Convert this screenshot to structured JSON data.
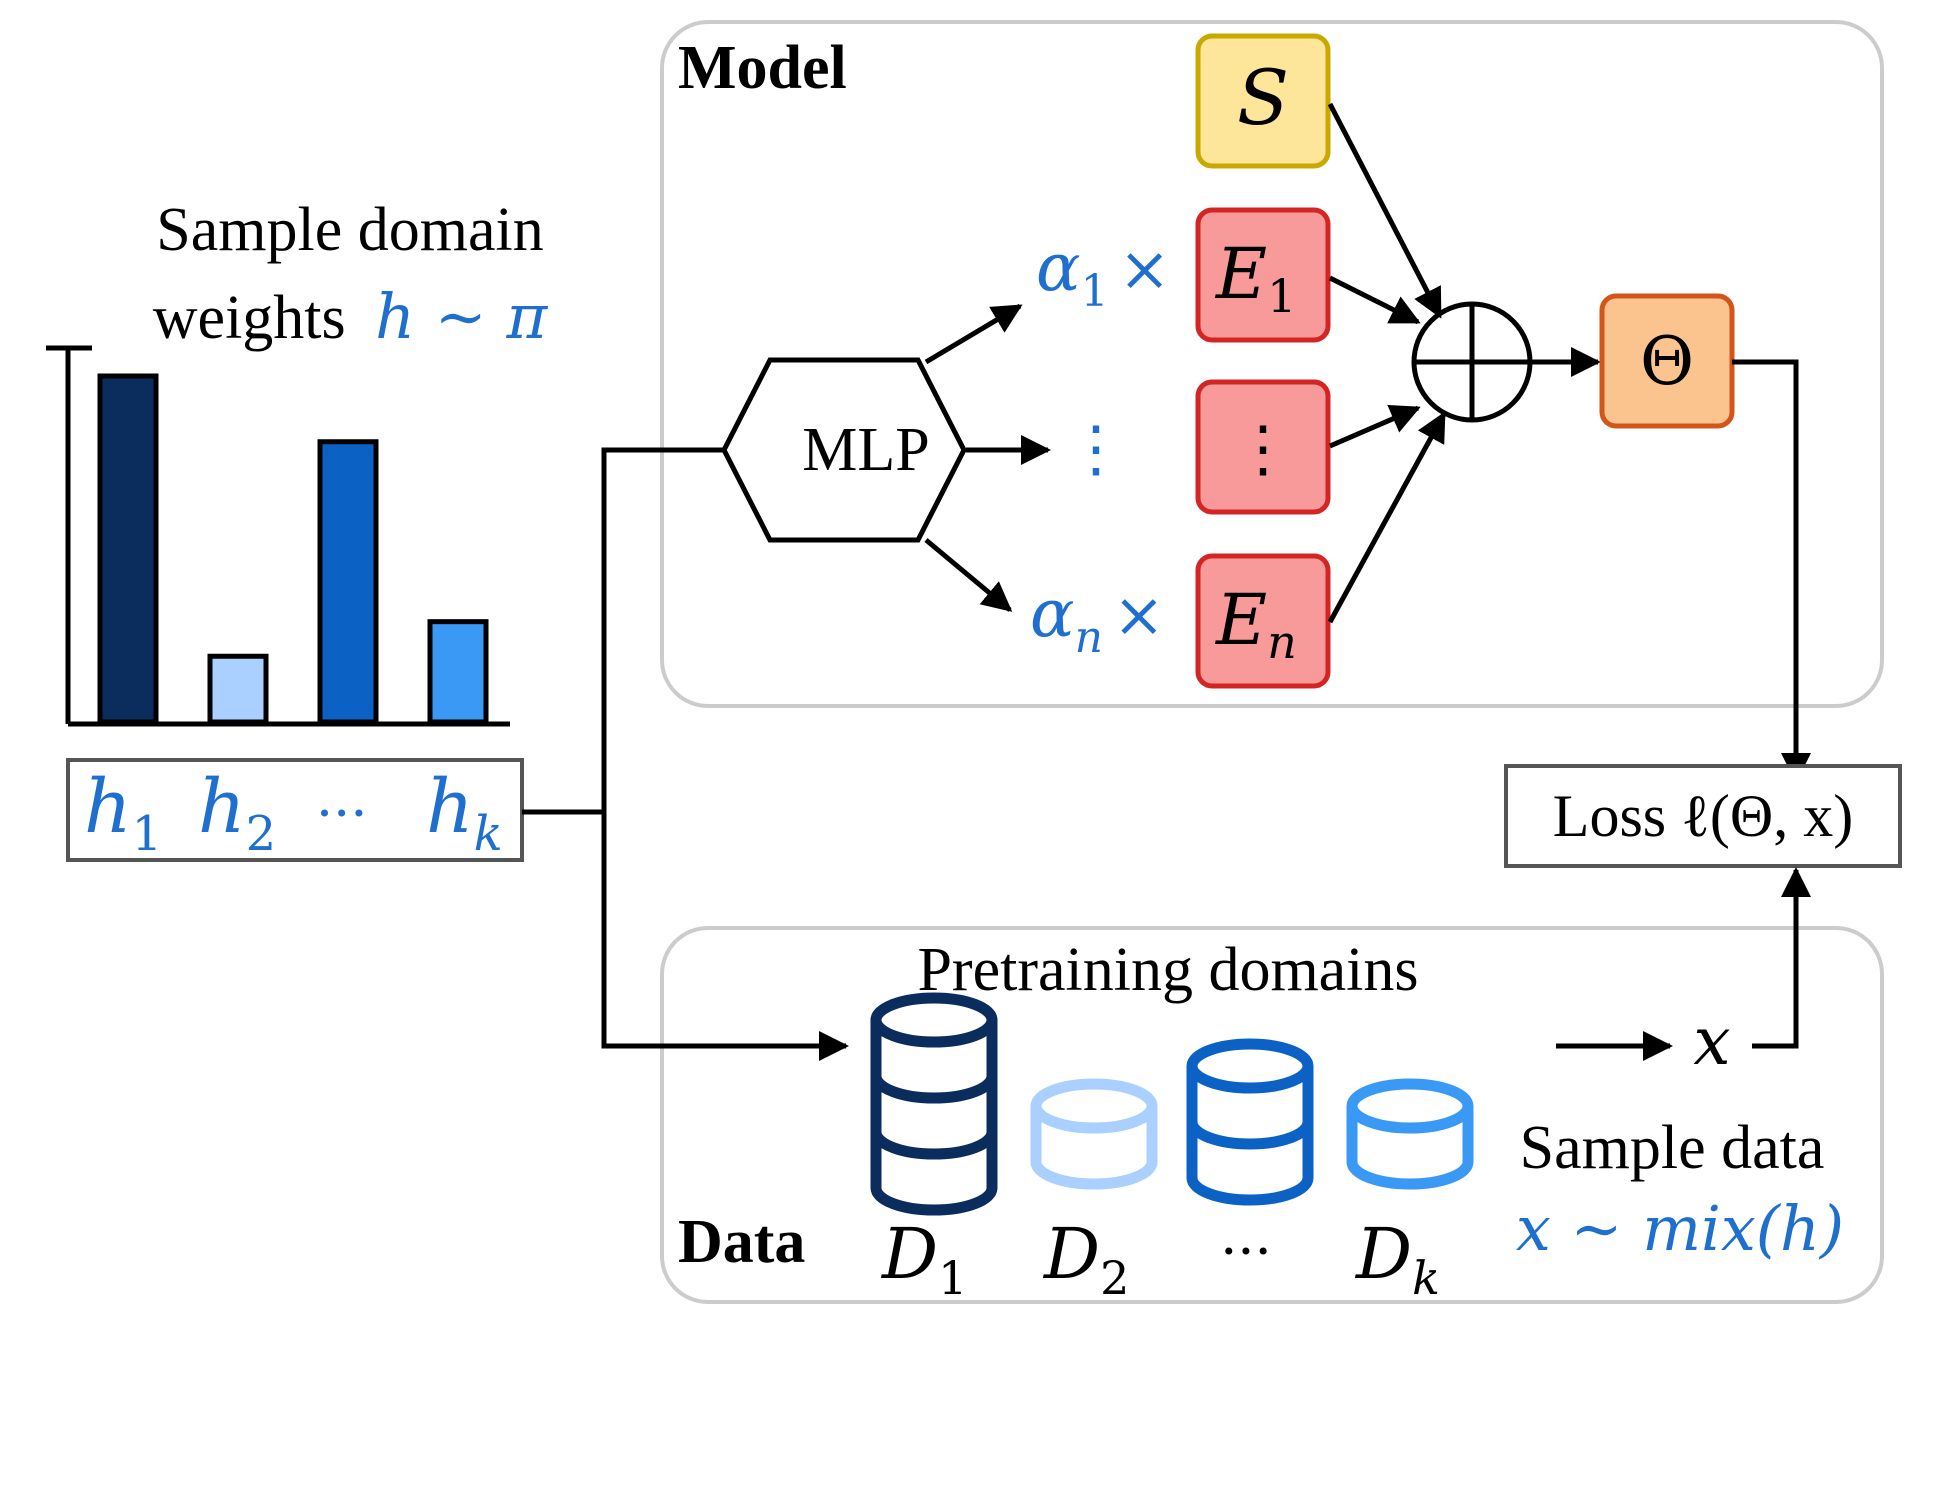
{
  "colors": {
    "blue_text": "#1f6fcf",
    "bar_dark": "#0b2d5e",
    "bar_light": "#a9d0ff",
    "bar_mid": "#0b61c4",
    "bar_bright": "#3a99f5",
    "s_fill": "#fde59a",
    "s_stroke": "#c9a800",
    "e_fill": "#f89a9a",
    "e_stroke": "#d42525",
    "theta_fill": "#fbc48e",
    "theta_stroke": "#d2561a",
    "panel_stroke": "#cccccc",
    "db_dark": "#0b2d5e",
    "db_light": "#a9d0ff",
    "db_mid": "#0b61c4",
    "db_bright": "#3a99f5"
  },
  "weights_title": {
    "line1": "Sample domain",
    "line2_text": "weights",
    "line2_math": "h ∼ π"
  },
  "bar_chart": {
    "values": [
      1.0,
      0.19,
      0.81,
      0.29
    ]
  },
  "h_box": {
    "h1_base": "h",
    "h1_sub": "1",
    "h2_base": "h",
    "h2_sub": "2",
    "dots": "···",
    "hk_base": "h",
    "hk_sub": "k"
  },
  "model_panel": {
    "title": "Model",
    "mlp": "MLP",
    "s": "S",
    "alpha1_base": "α",
    "alpha1_sub": "1",
    "times": "×",
    "e1_base": "E",
    "e1_sub": "1",
    "vdots": "⋮",
    "alphan_base": "α",
    "alphan_sub": "n",
    "en_base": "E",
    "en_sub": "n",
    "theta": "Θ"
  },
  "loss_box": {
    "text": "Loss ℓ(Θ, x)"
  },
  "data_panel": {
    "title": "Data",
    "subtitle": "Pretraining domains",
    "x_label": "x",
    "d1_base": "D",
    "d1_sub": "1",
    "d2_base": "D",
    "d2_sub": "2",
    "d_dots": "···",
    "dk_base": "D",
    "dk_sub": "k",
    "sample_data_line1": "Sample data",
    "sample_data_line2": "x ∼ mix(h)"
  }
}
